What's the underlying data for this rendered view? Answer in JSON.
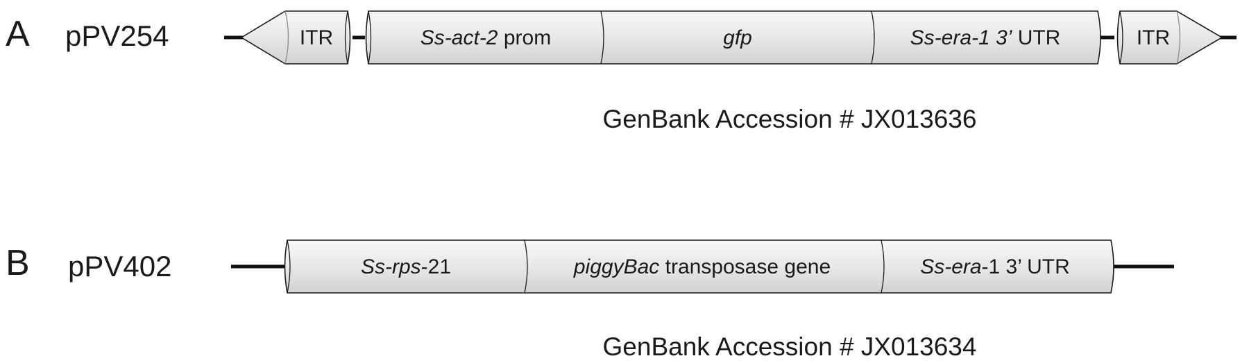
{
  "panels": [
    {
      "letter": "A",
      "plasmid": "pPV254",
      "segments": [
        {
          "type": "itr",
          "direction": "left",
          "label": [
            {
              "text": "ITR",
              "italic": false
            }
          ]
        },
        {
          "type": "seg",
          "label": [
            {
              "text": "Ss-act-2",
              "italic": true
            },
            {
              "text": " prom",
              "italic": false
            }
          ]
        },
        {
          "type": "seg",
          "label": [
            {
              "text": "gfp",
              "italic": true
            }
          ]
        },
        {
          "type": "seg",
          "label": [
            {
              "text": "Ss-era-1 3’",
              "italic": true
            },
            {
              "text": " UTR",
              "italic": false
            }
          ]
        },
        {
          "type": "itr",
          "direction": "right",
          "label": [
            {
              "text": "ITR",
              "italic": false
            }
          ]
        }
      ],
      "accession": "GenBank Accession # JX013636"
    },
    {
      "letter": "B",
      "plasmid": "pPV402",
      "segments": [
        {
          "type": "seg",
          "label": [
            {
              "text": "Ss-rps",
              "italic": true
            },
            {
              "text": "-21",
              "italic": false
            }
          ]
        },
        {
          "type": "seg",
          "label": [
            {
              "text": "piggyBac",
              "italic": true
            },
            {
              "text": " transposase gene",
              "italic": false
            }
          ]
        },
        {
          "type": "seg",
          "label": [
            {
              "text": "Ss-era",
              "italic": true
            },
            {
              "text": "-1 3’ UTR",
              "italic": false
            }
          ]
        }
      ],
      "accession": "GenBank Accession # JX013634"
    }
  ],
  "colors": {
    "fill": "#e6e6e6",
    "stroke": "#1a1a1a",
    "line": "#111111"
  }
}
